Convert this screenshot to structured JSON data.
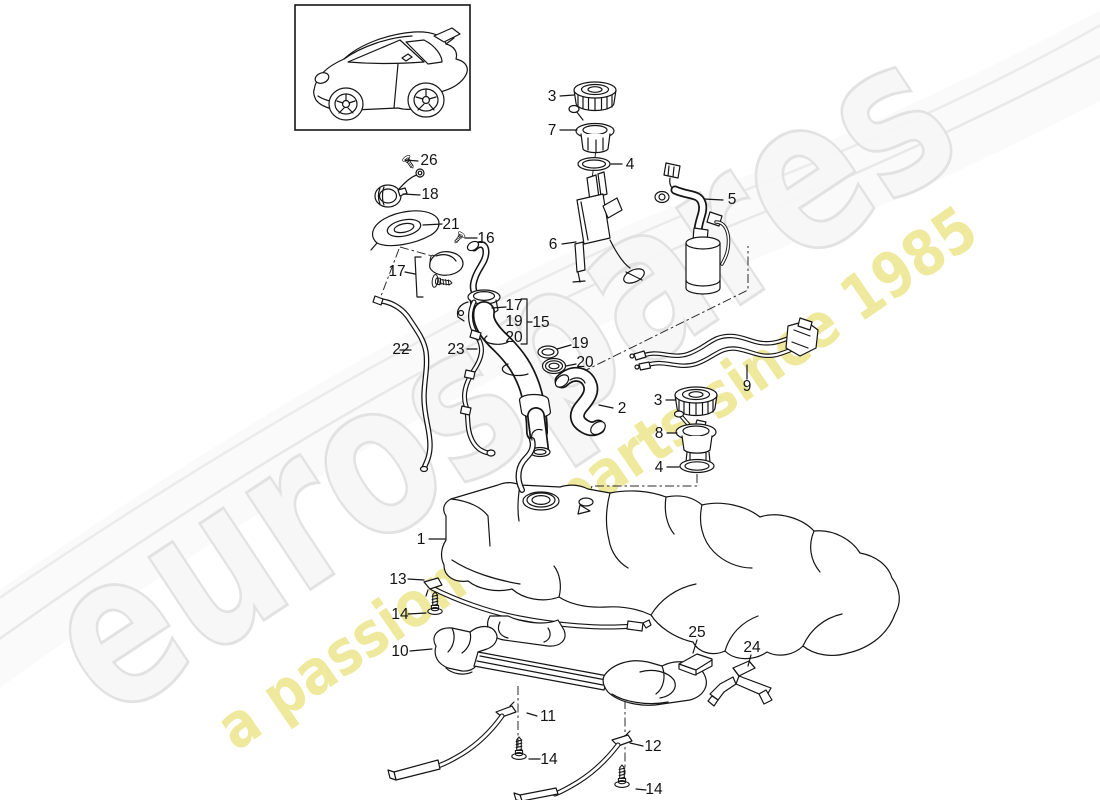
{
  "page": {
    "background": "#ffffff",
    "line_color": "#151515"
  },
  "watermark": {
    "brand": "eurospares",
    "tagline": "a passion for parts since 1985",
    "brand_fill": "#f7f7f7",
    "brand_outline": "#e1e1e1",
    "tagline_color": "#ece487"
  },
  "thumbnail": {
    "icon": "car-911-thumbnail"
  },
  "callouts": [
    {
      "label": "3"
    },
    {
      "label": "7"
    },
    {
      "label": "4"
    },
    {
      "label": "6"
    },
    {
      "label": "5"
    },
    {
      "label": "26"
    },
    {
      "label": "18"
    },
    {
      "label": "21"
    },
    {
      "label": "16"
    },
    {
      "label": "17"
    },
    {
      "label": "22"
    },
    {
      "label": "23"
    },
    {
      "label": "17"
    },
    {
      "label": "19"
    },
    {
      "label": "20"
    },
    {
      "label": "15"
    },
    {
      "label": "19"
    },
    {
      "label": "20"
    },
    {
      "label": "2"
    },
    {
      "label": "9"
    },
    {
      "label": "3"
    },
    {
      "label": "8"
    },
    {
      "label": "4"
    },
    {
      "label": "1"
    },
    {
      "label": "13"
    },
    {
      "label": "14"
    },
    {
      "label": "10"
    },
    {
      "label": "25"
    },
    {
      "label": "24"
    },
    {
      "label": "11"
    },
    {
      "label": "14"
    },
    {
      "label": "12"
    },
    {
      "label": "14"
    }
  ]
}
